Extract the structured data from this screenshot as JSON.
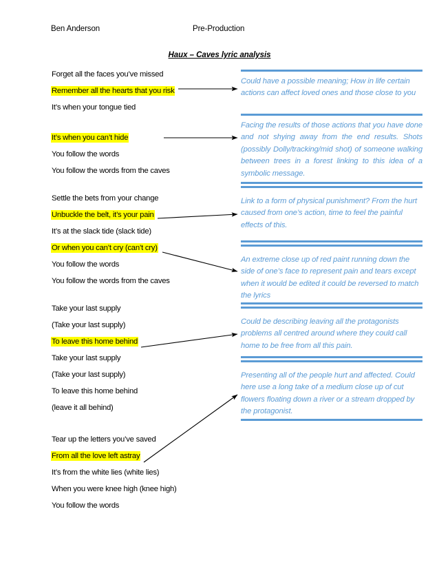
{
  "header": {
    "author": "Ben Anderson",
    "stage": "Pre-Production",
    "title": "Haux – Caves lyric analysis"
  },
  "colors": {
    "highlight": "#ffff00",
    "annotation": "#5b9bd5",
    "text": "#000000",
    "arrow": "#000000"
  },
  "lyrics": [
    {
      "text": "Forget all the faces you’ve missed",
      "highlight": false
    },
    {
      "text": "Remember all the hearts that you risk",
      "highlight": true
    },
    {
      "text": "It’s when your tongue tied",
      "highlight": false
    },
    {
      "text": "It’s when you can’t hide",
      "highlight": true
    },
    {
      "text": "You follow the words",
      "highlight": false
    },
    {
      "text": "You follow the words from the caves",
      "highlight": false
    },
    {
      "text": "Settle the bets from your change",
      "highlight": false
    },
    {
      "text": "Unbuckle the belt, it’s your pain",
      "highlight": true
    },
    {
      "text": "It’s at the slack tide (slack tide)",
      "highlight": false
    },
    {
      "text": "Or when you can’t cry (can’t cry)",
      "highlight": true
    },
    {
      "text": "You follow the words",
      "highlight": false
    },
    {
      "text": "You follow the words from the caves",
      "highlight": false
    },
    {
      "text": "Take your last supply",
      "highlight": false
    },
    {
      "text": "(Take your last supply)",
      "highlight": false
    },
    {
      "text": "To leave this home behind",
      "highlight": true
    },
    {
      "text": "Take your last supply",
      "highlight": false
    },
    {
      "text": "(Take your last supply)",
      "highlight": false
    },
    {
      "text": "To leave this home behind",
      "highlight": false
    },
    {
      "text": "(leave it all behind)",
      "highlight": false
    },
    {
      "text": "Tear up the letters you’ve saved",
      "highlight": false
    },
    {
      "text": "From all the love left astray",
      "highlight": true
    },
    {
      "text": "It’s from the white lies (white lies)",
      "highlight": false
    },
    {
      "text": "When you were knee high (knee high)",
      "highlight": false
    },
    {
      "text": "You follow the words",
      "highlight": false
    }
  ],
  "notes": [
    {
      "text": "Could have a possible meaning; How in life certain actions can affect loved ones and those close to you",
      "justify": false
    },
    {
      "text": "Facing the results of those actions that you have done and not shying away from the end results. Shots (possibly Dolly/tracking/mid shot) of someone walking between trees in a forest linking to this idea of a symbolic message.",
      "justify": true
    },
    {
      "text": "Link to a form of physical punishment? From the hurt caused from one’s action, time to feel the painful effects of this.",
      "justify": false
    },
    {
      "text": "An extreme close up of red paint running down the side of one’s face to represent pain and tears except when it would be edited it could be reversed to match the lyrics",
      "justify": false
    },
    {
      "text": "Could be describing leaving all the protagonists problems all centred around where they could call home to be free from all this pain.",
      "justify": false
    },
    {
      "text": "Presenting all of the people hurt and affected. Could here use a long take of a medium close up of cut flowers floating down a river or a stream dropped by the protagonist.",
      "justify": false
    }
  ],
  "connectors": [
    {
      "from_lyric": "Remember all the hearts that you risk",
      "to_note": 0
    },
    {
      "from_lyric": "It’s when you can’t hide",
      "to_note": 1
    },
    {
      "from_lyric": "Unbuckle the belt, it’s your pain",
      "to_note": 2
    },
    {
      "from_lyric": "Or when you can’t cry (can’t cry)",
      "to_note": 3
    },
    {
      "from_lyric": "To leave this home behind",
      "to_note": 4
    },
    {
      "from_lyric": "From all the love left astray",
      "to_note": 5
    }
  ]
}
